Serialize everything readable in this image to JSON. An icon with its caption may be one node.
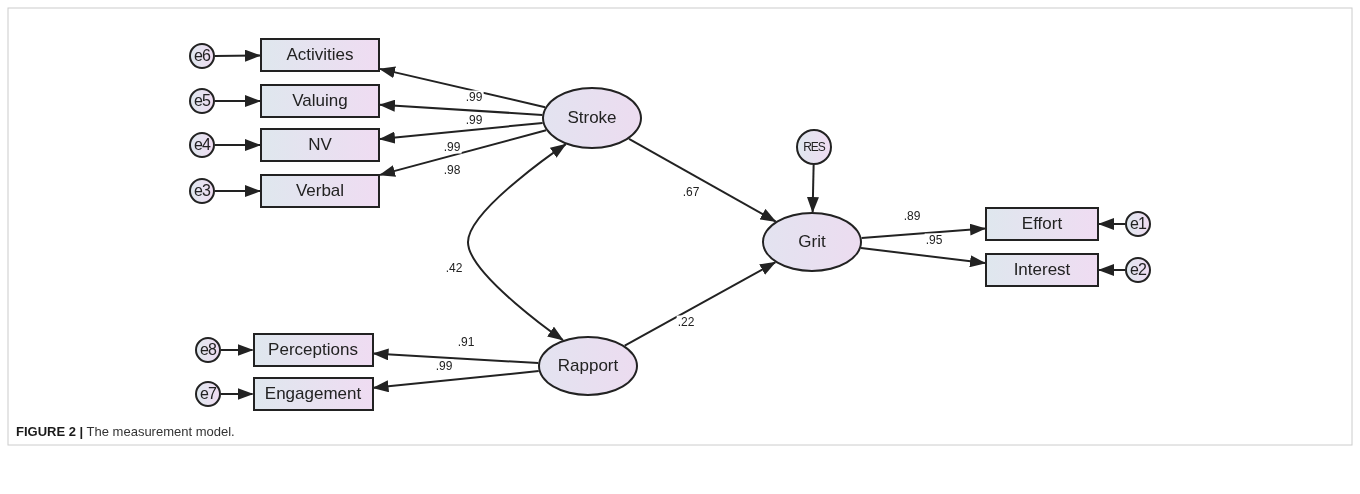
{
  "diagram": {
    "caption": "**FIGURE 2 |** The measurement model.",
    "nodes": [
      {
        "text": [
          "e6"
        ]
      },
      {
        "text": [
          "Activities"
        ]
      },
      {
        "text": [
          "e5"
        ]
      },
      {
        "text": [
          "Valuing"
        ]
      },
      {
        "text": [
          "e4"
        ]
      },
      {
        "text": [
          "NV"
        ]
      },
      {
        "text": [
          "e3"
        ]
      },
      {
        "text": [
          "Verbal"
        ]
      },
      {
        "text": [
          "Stroke"
        ]
      },
      {
        "text": [
          "RES"
        ]
      },
      {
        "text": [
          "Grit"
        ]
      },
      {
        "text": [
          "Effort"
        ]
      },
      {
        "text": [
          "e1"
        ]
      },
      {
        "text": [
          "Interest"
        ]
      },
      {
        "text": [
          "e2"
        ]
      },
      {
        "text": [
          "e8"
        ]
      },
      {
        "text": [
          "Perceptions"
        ]
      },
      {
        "text": [
          "e7"
        ]
      },
      {
        "text": [
          "Engagement"
        ]
      },
      {
        "text": [
          "Rapport"
        ]
      }
    ],
    "edges": [
      {
        "from": 0,
        "to": 1,
        "arrow": "to"
      },
      {
        "from": 2,
        "to": 3,
        "arrow": "to"
      },
      {
        "from": 4,
        "to": 5,
        "arrow": "to"
      },
      {
        "from": 6,
        "to": 7,
        "arrow": "to"
      },
      {
        "from": 8,
        "to": 1,
        "arrow": "to",
        "label": ".99"
      },
      {
        "from": 8,
        "to": 3,
        "arrow": "to",
        "label": ".99"
      },
      {
        "from": 8,
        "to": 5,
        "arrow": "to",
        "label": ".99"
      },
      {
        "from": 8,
        "to": 7,
        "arrow": "to",
        "label": ".98"
      },
      {
        "from": 8,
        "to": 19,
        "arrow": "both",
        "label": ".42"
      },
      {
        "from": 8,
        "to": 10,
        "arrow": "to",
        "label": ".67"
      },
      {
        "from": 9,
        "to": 10,
        "arrow": "to"
      },
      {
        "from": 19,
        "to": 10,
        "arrow": "to",
        "label": ".22"
      },
      {
        "from": 10,
        "to": 11,
        "arrow": "to",
        "label": ".89"
      },
      {
        "from": 10,
        "to": 13,
        "arrow": "to",
        "label": ".95"
      },
      {
        "from": 12,
        "to": 11,
        "arrow": "to"
      },
      {
        "from": 14,
        "to": 13,
        "arrow": "to"
      },
      {
        "from": 15,
        "to": 16,
        "arrow": "to"
      },
      {
        "from": 17,
        "to": 18,
        "arrow": "to"
      },
      {
        "from": 19,
        "to": 16,
        "arrow": "to",
        "label": ".91"
      },
      {
        "from": 19,
        "to": 18,
        "arrow": "to",
        "label": ".99"
      }
    ]
  }
}
